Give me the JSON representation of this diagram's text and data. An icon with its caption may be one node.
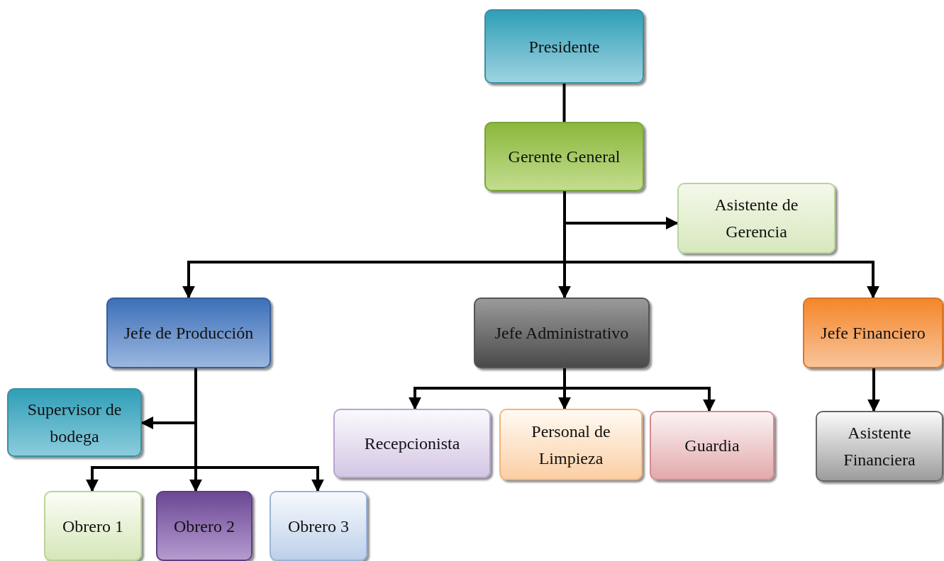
{
  "diagram": {
    "nodes": [
      {
        "text": [
          "Presidente"
        ]
      },
      {
        "text": [
          "Gerente General"
        ]
      },
      {
        "text": [
          "Asistente de Gerencia"
        ]
      },
      {
        "text": [
          "Jefe de Producción"
        ]
      },
      {
        "text": [
          "Jefe Administrativo"
        ]
      },
      {
        "text": [
          "Jefe Financiero"
        ]
      },
      {
        "text": [
          "Supervisor de bodega"
        ]
      },
      {
        "text": [
          "Recepcionista"
        ]
      },
      {
        "text": [
          "Personal de Limpieza"
        ]
      },
      {
        "text": [
          "Guardia"
        ]
      },
      {
        "text": [
          "Asistente Financiera"
        ]
      },
      {
        "text": [
          "Obrero 1"
        ]
      },
      {
        "text": [
          "Obrero 2"
        ]
      },
      {
        "text": [
          "Obrero 3"
        ]
      }
    ],
    "edges": [
      {
        "from": 0,
        "to": 1,
        "arrow": "none"
      },
      {
        "from": 1,
        "to": 2,
        "arrow": "to"
      },
      {
        "from": 1,
        "to": 3,
        "arrow": "to"
      },
      {
        "from": 1,
        "to": 4,
        "arrow": "to"
      },
      {
        "from": 1,
        "to": 5,
        "arrow": "to"
      },
      {
        "from": 3,
        "to": 6,
        "arrow": "to"
      },
      {
        "from": 3,
        "to": 11,
        "arrow": "to"
      },
      {
        "from": 3,
        "to": 12,
        "arrow": "to"
      },
      {
        "from": 3,
        "to": 13,
        "arrow": "to"
      },
      {
        "from": 4,
        "to": 7,
        "arrow": "to"
      },
      {
        "from": 4,
        "to": 8,
        "arrow": "to"
      },
      {
        "from": 4,
        "to": 9,
        "arrow": "to"
      },
      {
        "from": 5,
        "to": 10,
        "arrow": "to"
      }
    ]
  }
}
